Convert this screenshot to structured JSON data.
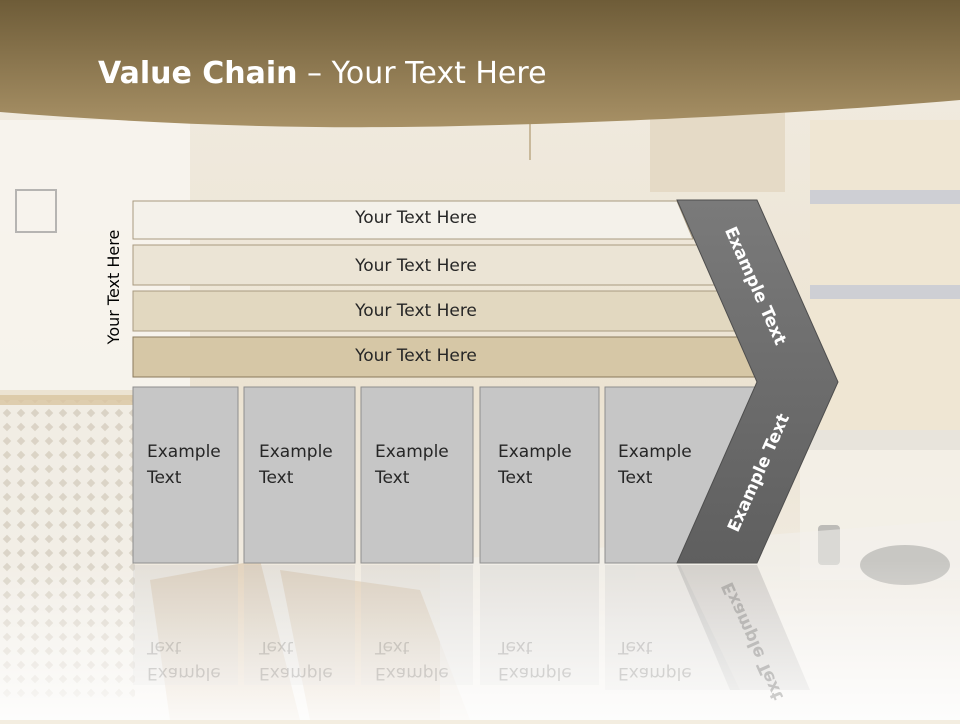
{
  "title": {
    "bold": "Value Chain",
    "rest": " – Your Text Here"
  },
  "side_label": "Your Text Here",
  "bars": [
    {
      "label": "Your Text Here"
    },
    {
      "label": "Your Text Here"
    },
    {
      "label": "Your Text Here"
    },
    {
      "label": "Your Text Here"
    }
  ],
  "boxes": [
    {
      "label": "Example\nText"
    },
    {
      "label": "Example\nText"
    },
    {
      "label": "Example\nText"
    },
    {
      "label": "Example\nText"
    },
    {
      "label": "Example\nText"
    }
  ],
  "chevron": {
    "upper_label": "Example Text",
    "lower_label": "Example Text"
  },
  "colors": {
    "header": "#8f7748",
    "bar_1": "#f4f1ea",
    "bar_2": "#ebe4d5",
    "bar_3": "#e2d8c0",
    "bar_4": "#d6c7a6",
    "box": "#c6c6c6",
    "chevron": "#6b6b6b"
  }
}
